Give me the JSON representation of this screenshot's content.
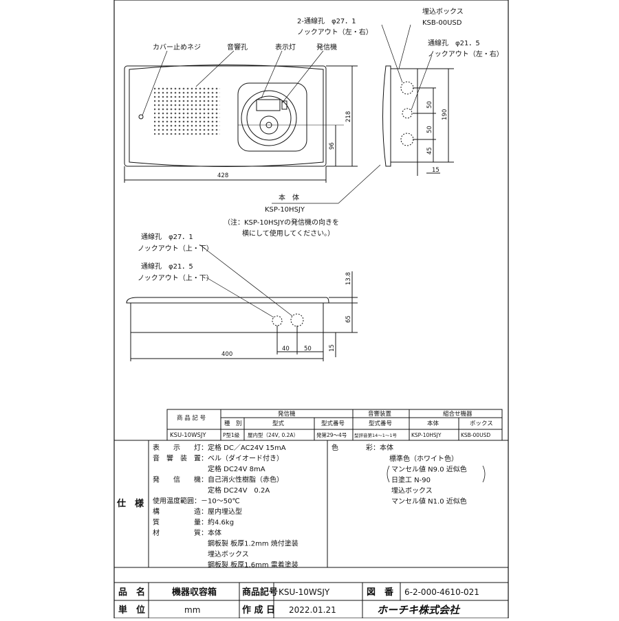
{
  "drawing": {
    "front": {
      "cover_screw": "カバー止めネジ",
      "sound_hole": "音響孔",
      "indicator_lamp": "表示灯",
      "transmitter": "発信機",
      "width": "428",
      "height": "218",
      "height_lower": "96",
      "body_label": "本　体",
      "body_model": "KSP-10HSJY",
      "note_line1": "（注：KSP-10HSJYの発信機の向きを",
      "note_line2": "横にして使用してください。）"
    },
    "side": {
      "hole_27": "2-通線孔　φ27．1",
      "knockout_lr": "ノックアウト（左・右）",
      "box_label": "埋込ボックス",
      "box_model": "KSB-00USD",
      "hole_21": "通線孔　φ21．5",
      "knockout_lr2": "ノックアウト（左・右）",
      "dim_50a": "50",
      "dim_50b": "50",
      "dim_45": "45",
      "dim_190": "190",
      "dim_15": "15"
    },
    "top": {
      "hole_27": "通線孔　φ27．1",
      "knockout_ud": "ノックアウト（上・下）",
      "hole_21": "通線孔　φ21．5",
      "knockout_ud2": "ノックアウト（上・下）",
      "dim_138": "13.8",
      "dim_65": "65",
      "dim_15": "15",
      "dim_40": "40",
      "dim_50": "50",
      "dim_400": "400"
    }
  },
  "parts_table": {
    "h_code": "商 品 記 号",
    "h_transmitter": "発信機",
    "h_sound": "音響装置",
    "h_combo": "組合せ機器",
    "h_kind": "種　別",
    "h_type": "型式",
    "h_type_no": "型式番号",
    "h_sound_no": "型式番号",
    "h_body": "本体",
    "h_box": "ボックス",
    "code": "KSU-10WSJY",
    "kind": "P型1級",
    "type": "屋内型（24V, 0.2A）",
    "type_no": "発第29～4号",
    "sound_no": "型評音第14～1～1号",
    "body": "KSP-10HSJY",
    "box": "KSB-00USD"
  },
  "spec": {
    "title": "仕　様",
    "left_lines": [
      "表　　示　　灯：定格 DC／AC24V 15mA",
      "音　響　装　置：ベル（ダイオード付き）",
      "　　　　　　　　定格 DC24V 8mA",
      "発　　信　　機：自己消火性樹脂（赤色）",
      "　　　　　　　　定格 DC24V　0.2A",
      "使用温度範囲：－10～50℃",
      "構　　　　　造：屋内埋込型",
      "質　　　　　量：約4.6kg",
      "材　　　　　質：本体",
      "　　　　　　　　鋼板製 板厚1.2mm 焼付塗装",
      "　　　　　　　　埋込ボックス",
      "　　　　　　　　鋼板製 板厚1.6mm 電着塗装"
    ],
    "color_label": "色　　　　彩：本体",
    "color_lines": [
      "標準色（ホワイト色）",
      "マンセル値 N9.0 近似色",
      "日塗工 N-90",
      "埋込ボックス",
      "マンセル値 N1.0 近似色"
    ]
  },
  "title_block": {
    "name_label": "品　名",
    "name": "機器収容箱",
    "code_label": "商品記号",
    "code": "KSU-10WSJY",
    "drawing_no_label": "図　番",
    "drawing_no": "6-2-000-4610-021",
    "unit_label": "単　位",
    "unit": "mm",
    "date_label": "作 成 日",
    "date": "2022.01.21",
    "company": "ホーチキ株式会社"
  }
}
